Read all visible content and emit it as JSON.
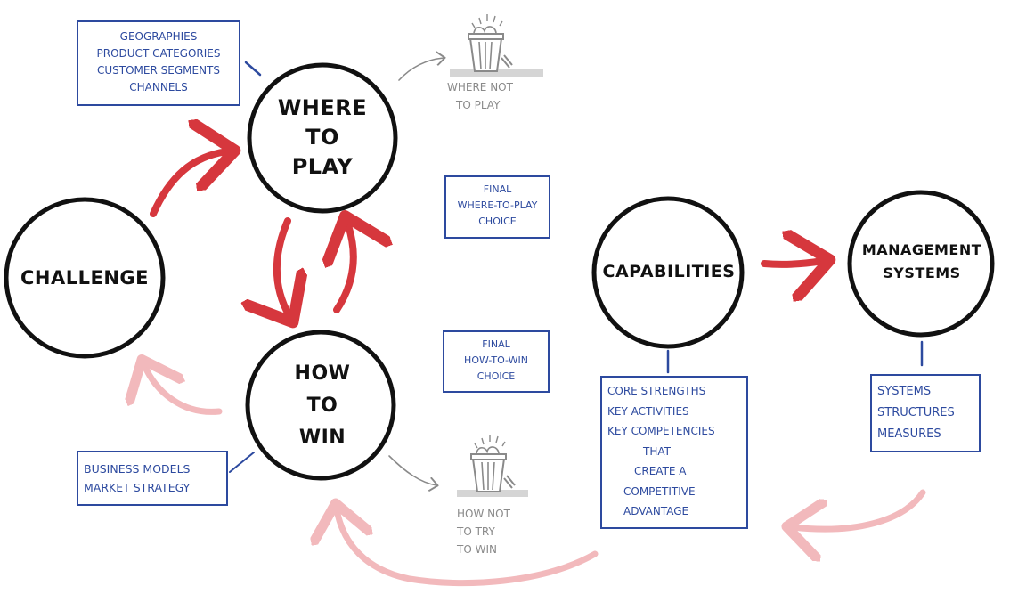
{
  "circles": {
    "where_to_play": [
      "WHERE",
      "TO",
      "PLAY"
    ],
    "how_to_win": [
      "HOW",
      "TO",
      "WIN"
    ],
    "challenge": [
      "CHALLENGE"
    ],
    "capabilities": [
      "CAPABILITIES"
    ],
    "management_systems": [
      "MANAGEMENT",
      "SYSTEMS"
    ]
  },
  "boxes": {
    "where_details": [
      "GEOGRAPHIES",
      "PRODUCT CATEGORIES",
      "CUSTOMER SEGMENTS",
      "CHANNELS"
    ],
    "final_where": [
      "FINAL",
      "WHERE-TO-PLAY",
      "CHOICE"
    ],
    "final_how": [
      "FINAL",
      "HOW-TO-WIN",
      "CHOICE"
    ],
    "how_details": [
      "BUSINESS MODELS",
      "MARKET STRATEGY"
    ],
    "capabilities_details": [
      "CORE STRENGTHS",
      "KEY ACTIVITIES",
      "KEY COMPETENCIES",
      "THAT",
      "CREATE A",
      "COMPETITIVE",
      "ADVANTAGE"
    ],
    "systems_details": [
      "SYSTEMS",
      "STRUCTURES",
      "MEASURES"
    ]
  },
  "trash": {
    "where_not": [
      "WHERE NOT",
      "TO PLAY"
    ],
    "how_not": [
      "HOW NOT",
      "TO TRY",
      "TO WIN"
    ]
  },
  "colors": {
    "red_arrow": "#d6373d",
    "faded_arrow": "#f2b9bc",
    "blue": "#2d4a9f",
    "grey": "#8a8a8a",
    "ink": "#111111"
  },
  "icons": [
    "trash-bin-icon",
    "trash-bin-icon"
  ]
}
